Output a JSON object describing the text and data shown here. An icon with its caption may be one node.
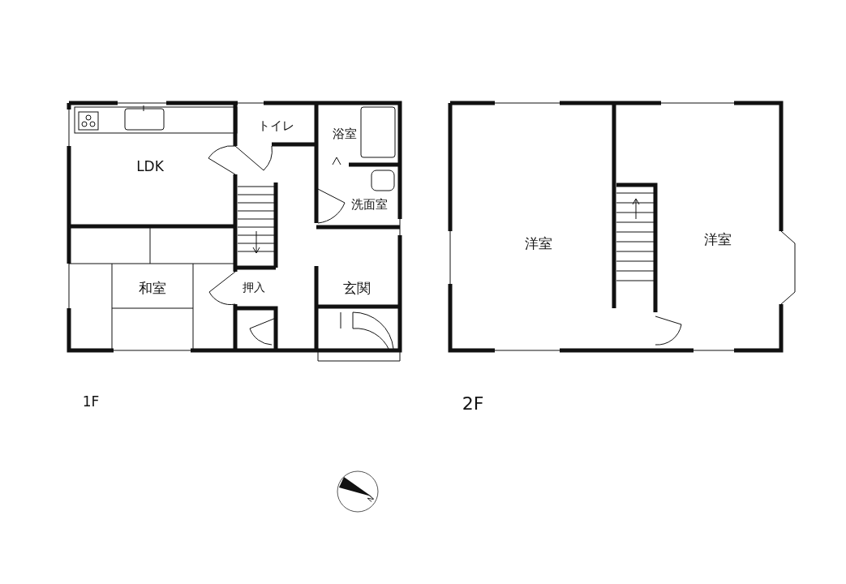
{
  "diagram": {
    "nodes": [
      {
        "text": [
          "LDK"
        ]
      },
      {
        "text": [
          "トイレ"
        ]
      },
      {
        "text": [
          "浴室"
        ]
      },
      {
        "text": [
          "洗面室"
        ]
      },
      {
        "text": [
          "和室"
        ]
      },
      {
        "text": [
          "押入"
        ]
      },
      {
        "text": [
          "玄関"
        ]
      },
      {
        "text": [
          "洋室"
        ]
      },
      {
        "text": [
          "洋室"
        ]
      }
    ],
    "edges": [],
    "labels": [
      "1F",
      "2F",
      "N"
    ]
  }
}
